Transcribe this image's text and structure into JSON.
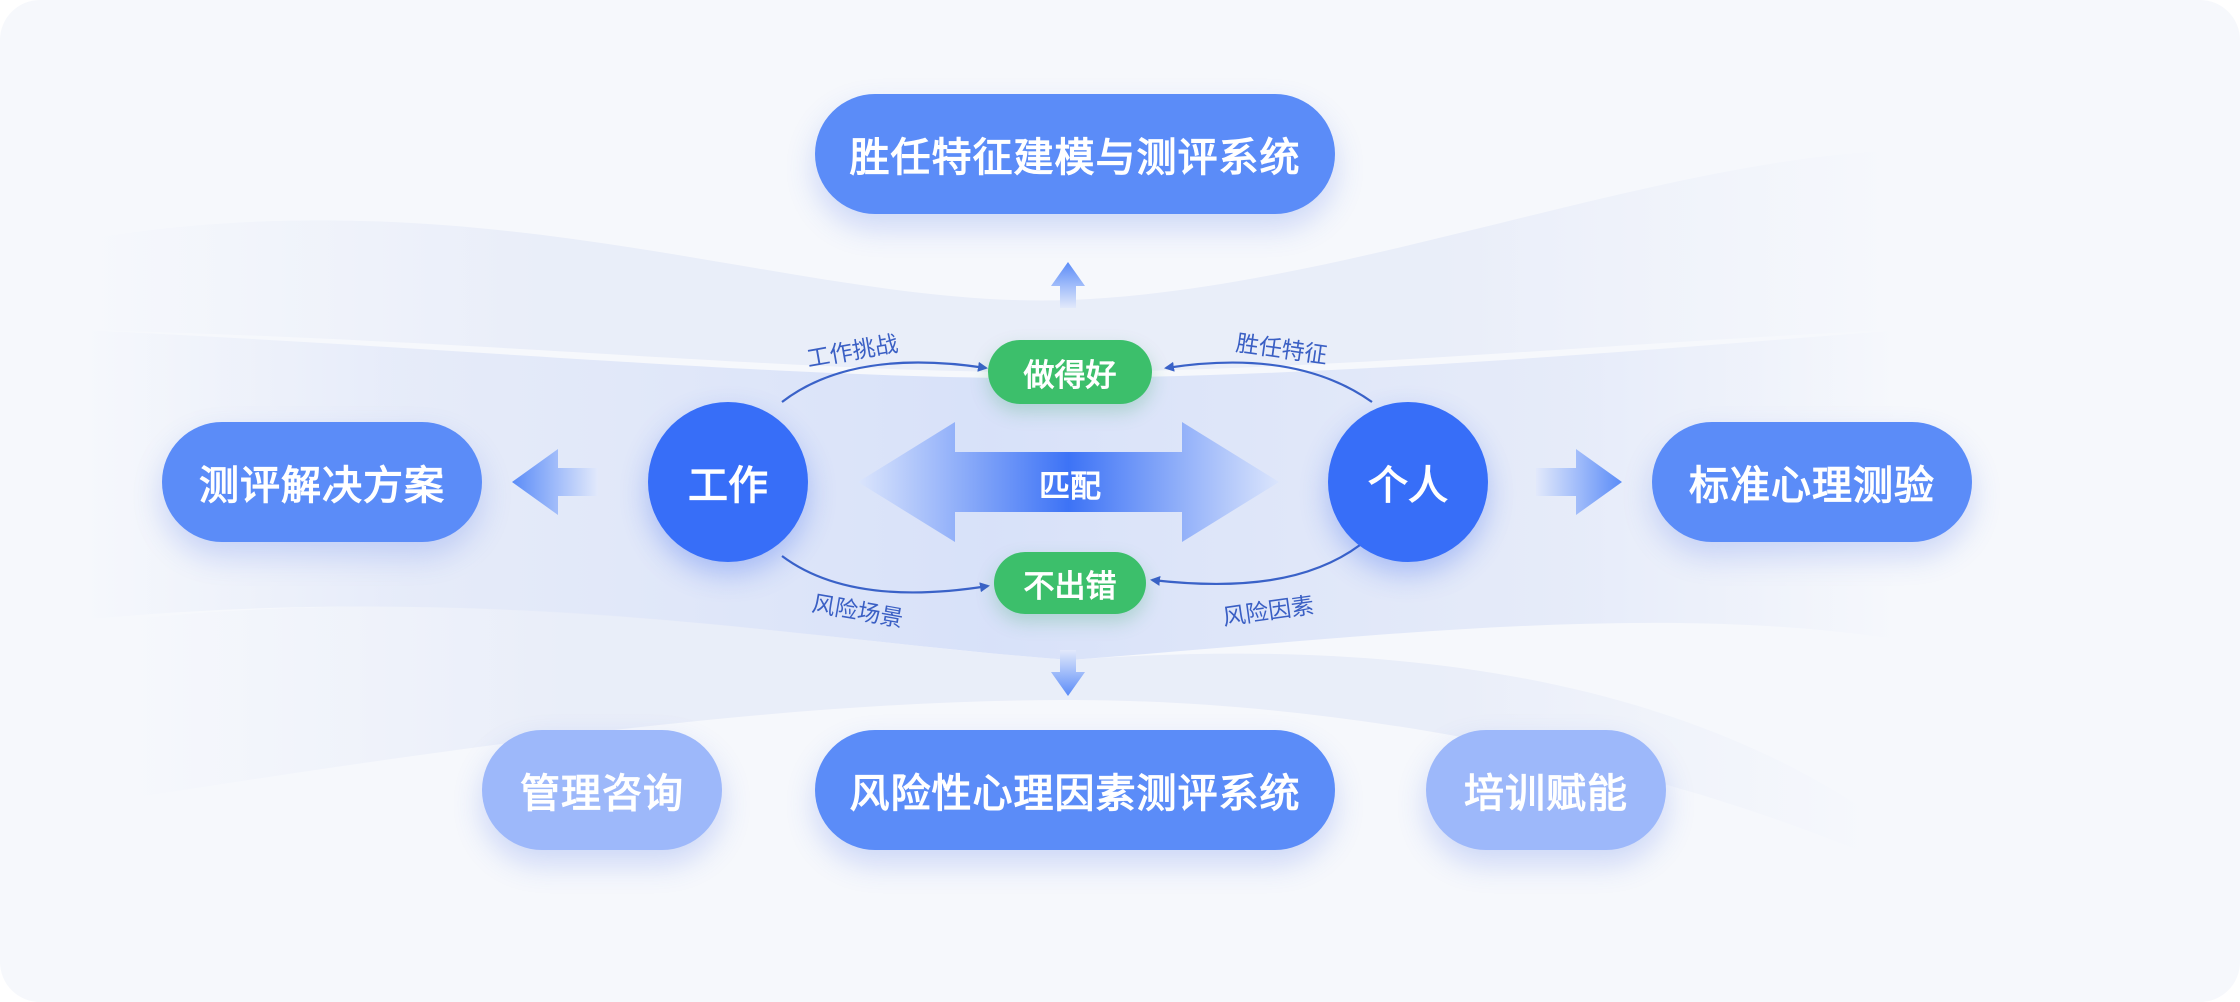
{
  "top_system": "胜任特征建模与测评系统",
  "bottom_system": "风险性心理因素测评系统",
  "left_solution": "测评解决方案",
  "right_solution": "标准心理测验",
  "management_consulting": "管理咨询",
  "training_empowerment": "培训赋能",
  "work_node": "工作",
  "person_node": "个人",
  "match_label": "匹配",
  "do_well": "做得好",
  "no_mistakes": "不出错",
  "arc_labels": {
    "work_challenge": "工作挑战",
    "competency_traits": "胜任特征",
    "risk_scenarios": "风险场景",
    "risk_factors": "风险因素"
  },
  "colors": {
    "primary_pill": "#5b8cf8",
    "light_pill": "#9db8fa",
    "node_blue": "#376ef8",
    "green": "#3cbf6b",
    "arc_line": "#3a62c8",
    "background": "#f6f8fc"
  }
}
